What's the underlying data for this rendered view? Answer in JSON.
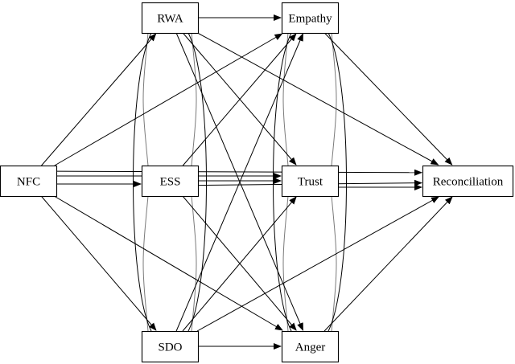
{
  "diagram": {
    "nodes": [
      {
        "id": "NFC",
        "label": "NFC"
      },
      {
        "id": "RWA",
        "label": "RWA"
      },
      {
        "id": "ESS",
        "label": "ESS"
      },
      {
        "id": "SDO",
        "label": "SDO"
      },
      {
        "id": "Empathy",
        "label": "Empathy"
      },
      {
        "id": "Trust",
        "label": "Trust"
      },
      {
        "id": "Anger",
        "label": "Anger"
      },
      {
        "id": "Reconciliation",
        "label": "Reconciliation"
      }
    ],
    "edges": [
      {
        "from": "NFC",
        "to": "RWA"
      },
      {
        "from": "NFC",
        "to": "ESS"
      },
      {
        "from": "NFC",
        "to": "SDO"
      },
      {
        "from": "NFC",
        "to": "Empathy"
      },
      {
        "from": "NFC",
        "to": "Trust"
      },
      {
        "from": "NFC",
        "to": "Anger"
      },
      {
        "from": "NFC",
        "to": "Reconciliation"
      },
      {
        "from": "RWA",
        "to": "Empathy"
      },
      {
        "from": "RWA",
        "to": "Trust"
      },
      {
        "from": "RWA",
        "to": "Anger"
      },
      {
        "from": "RWA",
        "to": "Reconciliation"
      },
      {
        "from": "ESS",
        "to": "Empathy"
      },
      {
        "from": "ESS",
        "to": "Trust"
      },
      {
        "from": "ESS",
        "to": "Anger"
      },
      {
        "from": "ESS",
        "to": "Reconciliation"
      },
      {
        "from": "SDO",
        "to": "Empathy"
      },
      {
        "from": "SDO",
        "to": "Trust"
      },
      {
        "from": "SDO",
        "to": "Anger"
      },
      {
        "from": "SDO",
        "to": "Reconciliation"
      },
      {
        "from": "Empathy",
        "to": "Reconciliation"
      },
      {
        "from": "Trust",
        "to": "Reconciliation"
      },
      {
        "from": "Anger",
        "to": "Reconciliation"
      }
    ],
    "correlations": [
      {
        "a": "RWA",
        "b": "ESS"
      },
      {
        "a": "ESS",
        "b": "SDO"
      },
      {
        "a": "RWA",
        "b": "SDO"
      },
      {
        "a": "Empathy",
        "b": "Trust"
      },
      {
        "a": "Trust",
        "b": "Anger"
      },
      {
        "a": "Empathy",
        "b": "Anger"
      }
    ]
  }
}
